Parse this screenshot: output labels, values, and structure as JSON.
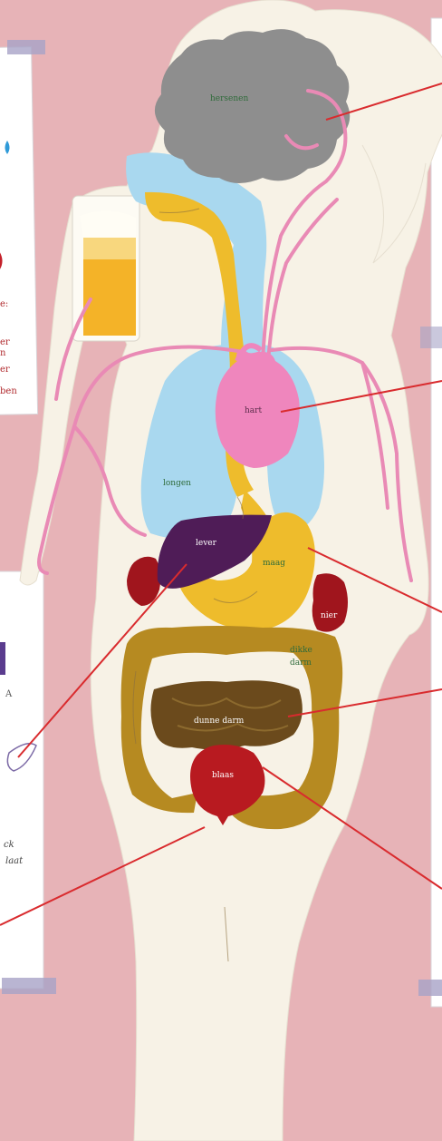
{
  "labels": {
    "hersenen": "hersenen",
    "hart": "hart",
    "longen": "longen",
    "lever": "lever",
    "maag": "maag",
    "nier": "nier",
    "dikke_darm_line1": "dikke",
    "dikke_darm_line2": "darm",
    "dunne_darm": "dunne darm",
    "blaas": "blaas"
  },
  "edge_notes": {
    "left_1": "e:",
    "left_2": "er",
    "left_3": "n",
    "left_4": "er",
    "left_5": "ben",
    "left_6": "ck",
    "left_7": "laat",
    "left_8": "A"
  },
  "colors": {
    "background": "#e7b3b7",
    "silhouette": "#f7f2e6",
    "brain": "#8e8e8e",
    "lungs": "#a9d8ef",
    "heart": "#ef86bd",
    "liver": "#4f1c57",
    "stomach": "#eebc2c",
    "kidney": "#a0151d",
    "large_intestine": "#b68a21",
    "small_intestine": "#6b4a1c",
    "bladder": "#b81a20",
    "vessels": "#e98ab5",
    "label_green": "#2f6b3a",
    "pointer_line": "#d92b2e"
  }
}
